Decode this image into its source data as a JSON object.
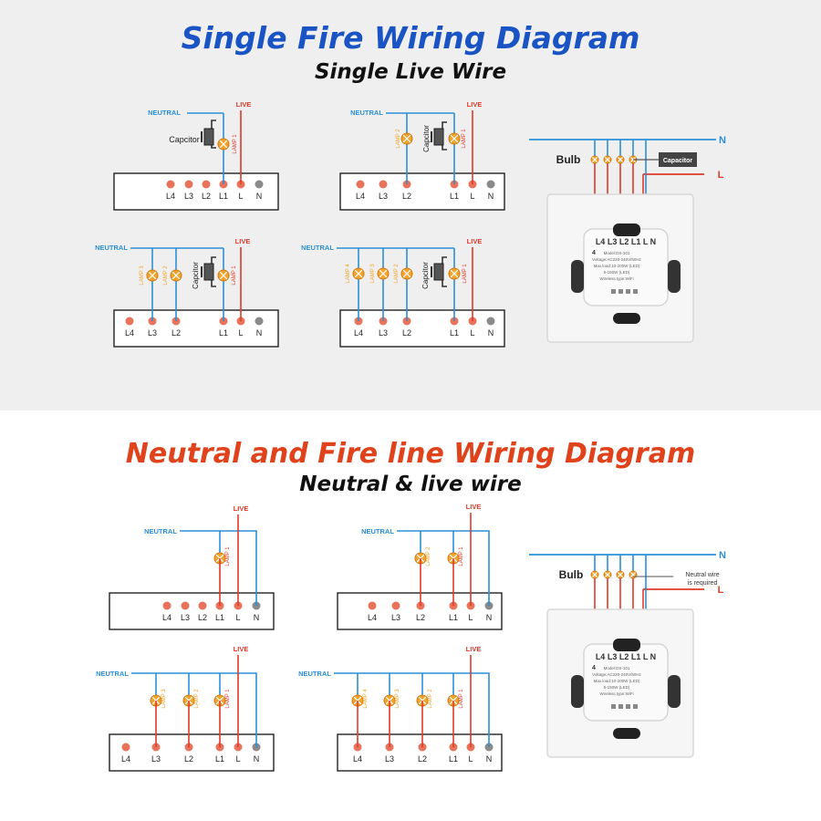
{
  "top": {
    "title": "Single Fire Wiring Diagram",
    "subtitle": "Single Live Wire"
  },
  "bottom": {
    "title": "Neutral and Fire line Wiring Diagram",
    "subtitle": "Neutral & live wire"
  },
  "labels": {
    "neutral": "NEUTRAL",
    "live": "LIVE",
    "capacitor": "Capcitor",
    "bulb": "Bulb",
    "capacitor_box": "Capacitor",
    "neutral_required_1": "Neutral wire",
    "neutral_required_2": "is required",
    "n_line": "N",
    "l_line": "L",
    "lamp1": "LAMP 1",
    "lamp2": "LAMP 2",
    "lamp3": "LAMP 3",
    "lamp4": "LAMP 4"
  },
  "terminals": {
    "L4": "L4",
    "L3": "L3",
    "L2": "L2",
    "L1": "L1",
    "L": "L",
    "N": "N"
  },
  "device": {
    "terminal_row": "L4 L3 L2 L1 L N",
    "spec_1": "Model:DS-101",
    "spec_2": "Voltage:AC220-240V/50Hz",
    "spec_3": "Max.load:10-200W (LED)",
    "spec_4": "5-150W (LED)",
    "spec_5": "Wireless type:WiFi",
    "gang_number": "4"
  },
  "colors": {
    "title_top": "#1a53c4",
    "title_bottom": "#e0421c",
    "neutral_wire": "#2a8fd8",
    "live_wire": "#e03a2a",
    "terminal_dot": "#e8725a",
    "n_dot": "#8a8a8a",
    "lamp": "#f2a32a"
  }
}
